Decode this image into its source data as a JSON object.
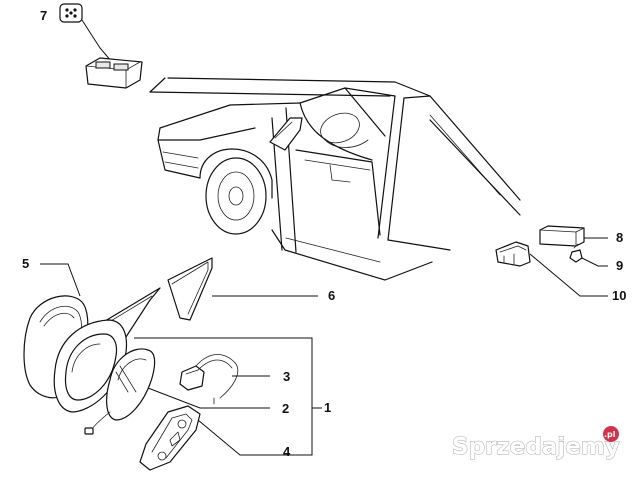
{
  "diagram": {
    "callouts": [
      {
        "id": "1",
        "label": "1"
      },
      {
        "id": "2",
        "label": "2"
      },
      {
        "id": "3",
        "label": "3"
      },
      {
        "id": "4",
        "label": "4"
      },
      {
        "id": "5",
        "label": "5"
      },
      {
        "id": "6",
        "label": "6"
      },
      {
        "id": "7",
        "label": "7"
      },
      {
        "id": "8",
        "label": "8"
      },
      {
        "id": "9",
        "label": "9"
      },
      {
        "id": "10",
        "label": "10"
      }
    ]
  },
  "watermark": {
    "text": "Sprzedajemy",
    "suffix": ".pl"
  },
  "colors": {
    "line": "#111111",
    "background": "#ffffff",
    "watermark_badge": "#c8102e"
  }
}
